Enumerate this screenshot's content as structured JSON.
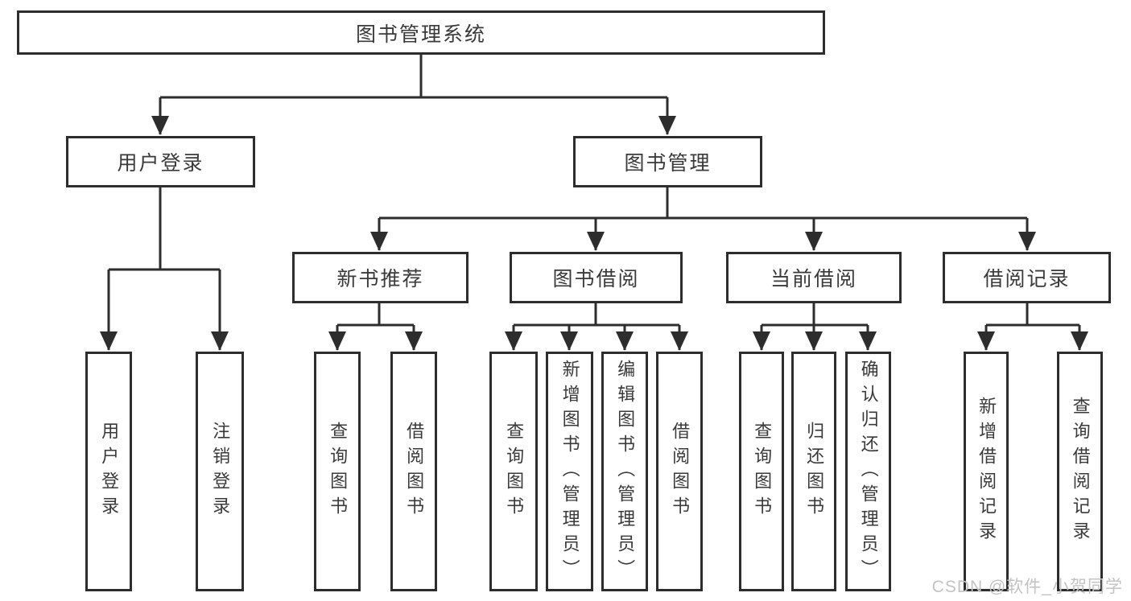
{
  "tree": {
    "root": "图书管理系统",
    "level2": [
      "用户登录",
      "图书管理"
    ],
    "level3": [
      "新书推荐",
      "图书借阅",
      "当前借阅",
      "借阅记录"
    ],
    "leaves": {
      "user_login": [
        "用户登录",
        "注销登录"
      ],
      "new_book": [
        "查询图书",
        "借阅图书"
      ],
      "book_borrow": [
        "查询图书",
        "新增图书（管理员）",
        "编辑图书（管理员）",
        "借阅图书"
      ],
      "current_borrow": [
        "查询图书",
        "归还图书",
        "确认归还（管理员）"
      ],
      "borrow_record": [
        "新增借阅记录",
        "查询借阅记录"
      ]
    }
  },
  "watermark": "CSDN @软件_小贺同学",
  "colors": {
    "line": "#2d2d2d",
    "text": "#3a3a3a",
    "background": "#ffffff",
    "watermark": "#c3c3c3"
  }
}
